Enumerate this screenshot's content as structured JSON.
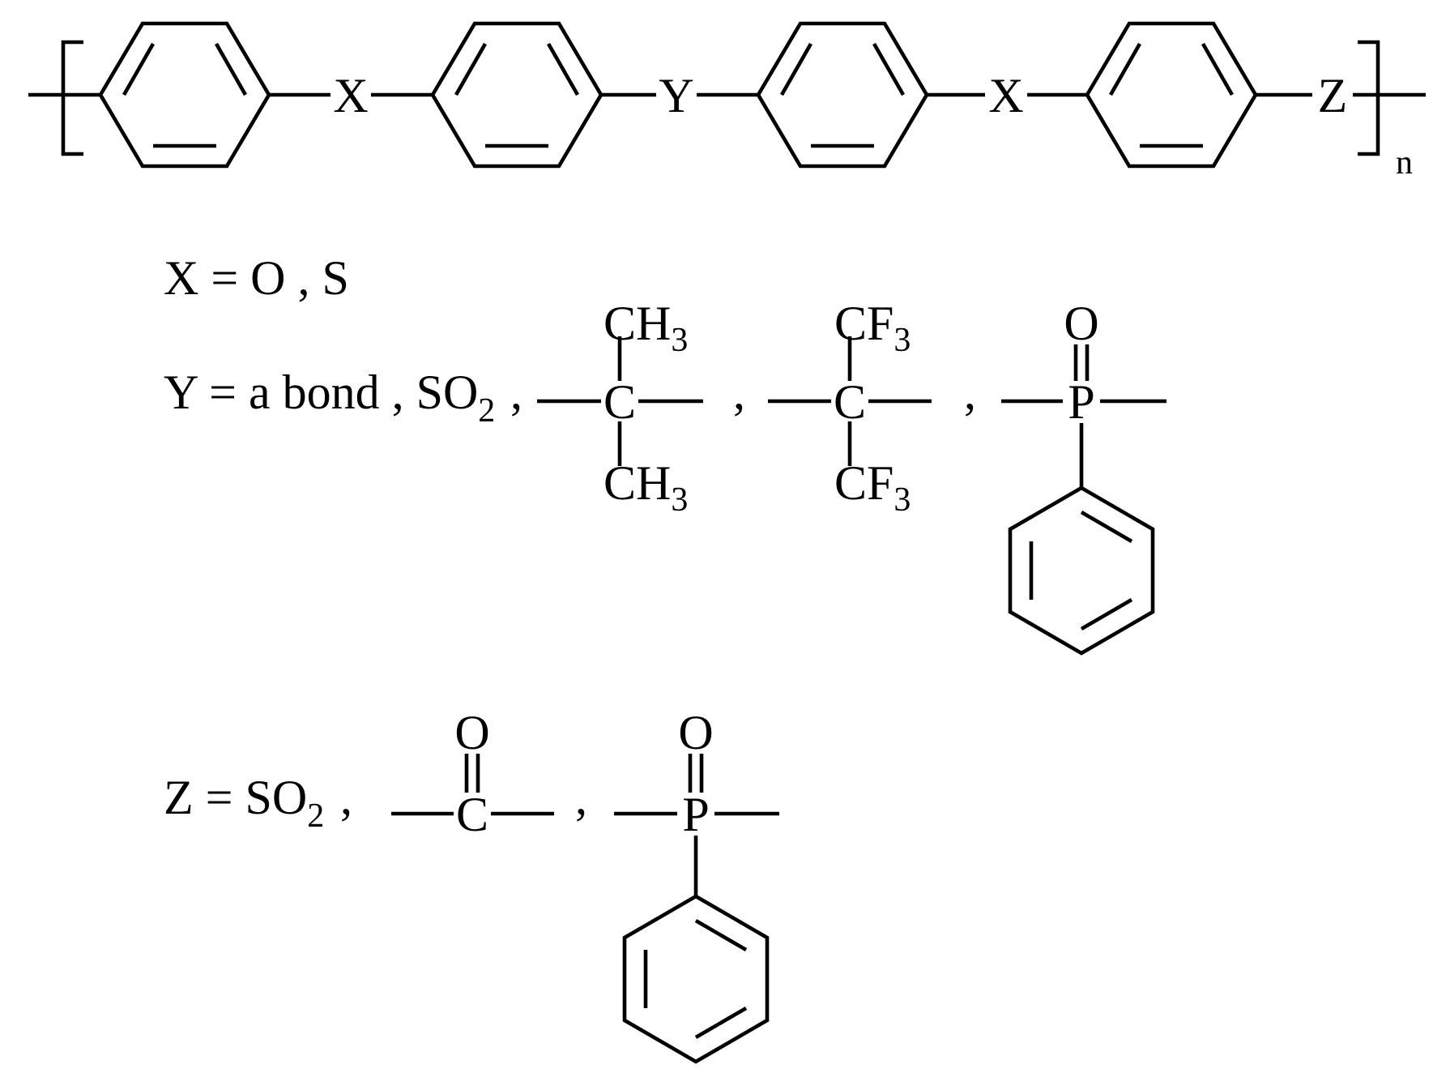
{
  "polymer": {
    "links": [
      "X",
      "Y",
      "X",
      "Z"
    ],
    "repeat_label": "n"
  },
  "definitions": {
    "x": {
      "text": "X = O , S"
    },
    "y": {
      "prefix": "Y = a bond , SO",
      "prefix_sub": "2",
      "comma": ",",
      "dimethyl": {
        "center": "C",
        "top": "CH",
        "top_sub": "3",
        "bottom": "CH",
        "bottom_sub": "3"
      },
      "comma2": ",",
      "bistrifluoromethyl": {
        "center": "C",
        "top": "CF",
        "top_sub": "3",
        "bottom": "CF",
        "bottom_sub": "3"
      },
      "comma3": ",",
      "phosphine_oxide": {
        "center": "P",
        "oxygen": "O"
      }
    },
    "z": {
      "prefix": "Z = SO",
      "prefix_sub": "2",
      "prefix_comma": ",",
      "carbonyl": {
        "center": "C",
        "oxygen": "O"
      },
      "comma": ",",
      "phosphine_oxide": {
        "center": "P",
        "oxygen": "O"
      }
    }
  }
}
